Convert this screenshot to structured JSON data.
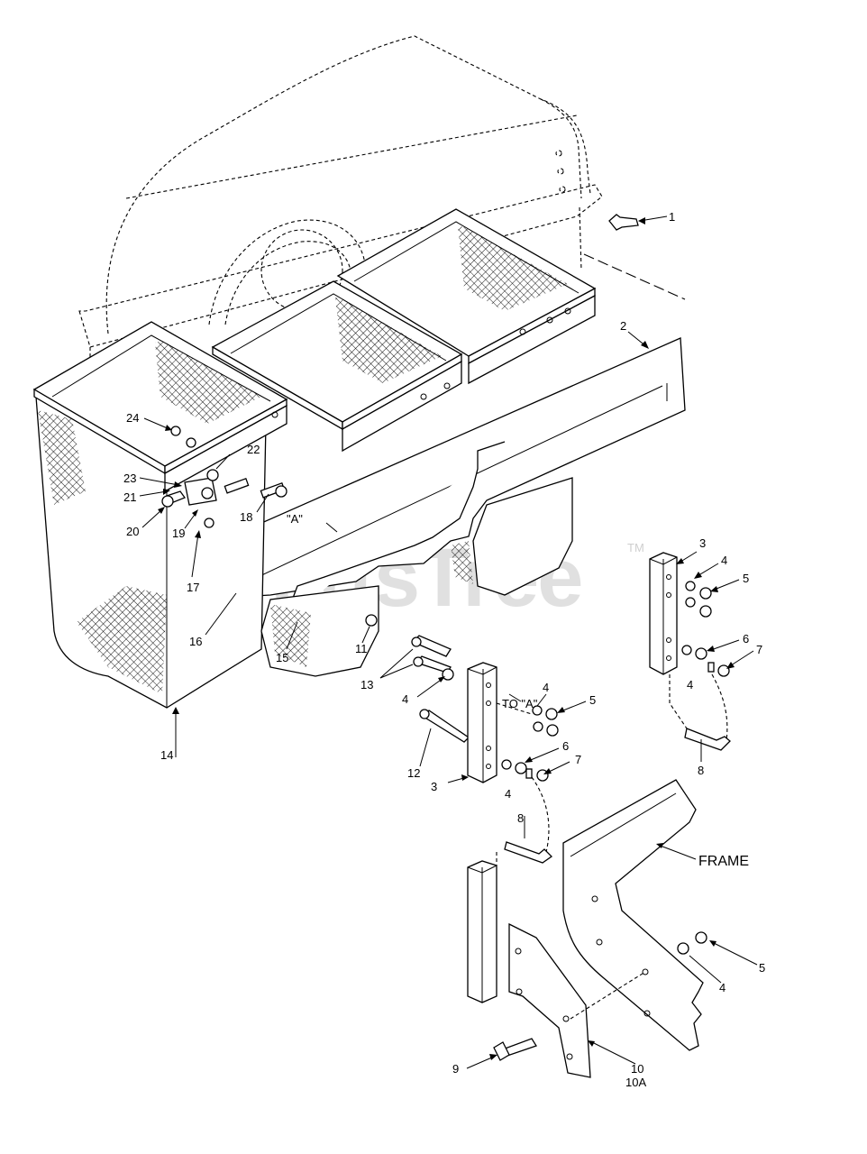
{
  "watermark": {
    "text": "PartsTree",
    "trademark": "TM"
  },
  "callouts": {
    "c1": "1",
    "c2": "2",
    "c3a": "3",
    "c3b": "3",
    "c4a": "4",
    "c4b": "4",
    "c4c": "4",
    "c4d": "4",
    "c4e": "4",
    "c5a": "5",
    "c5b": "5",
    "c5c": "5",
    "c6a": "6",
    "c6b": "6",
    "c7a": "7",
    "c7b": "7",
    "c8a": "8",
    "c8b": "8",
    "c9": "9",
    "c10": "10",
    "c10a": "10A",
    "c11": "11",
    "c12": "12",
    "c13": "13",
    "c14": "14",
    "c15": "15",
    "c16": "16",
    "c17": "17",
    "c18": "18",
    "c19": "19",
    "c20": "20",
    "c21": "21",
    "c22": "22",
    "c23": "23",
    "c24": "24"
  },
  "annotations": {
    "ref_a": "\"A\"",
    "to_a": "TO \"A\"",
    "frame": "FRAME"
  }
}
